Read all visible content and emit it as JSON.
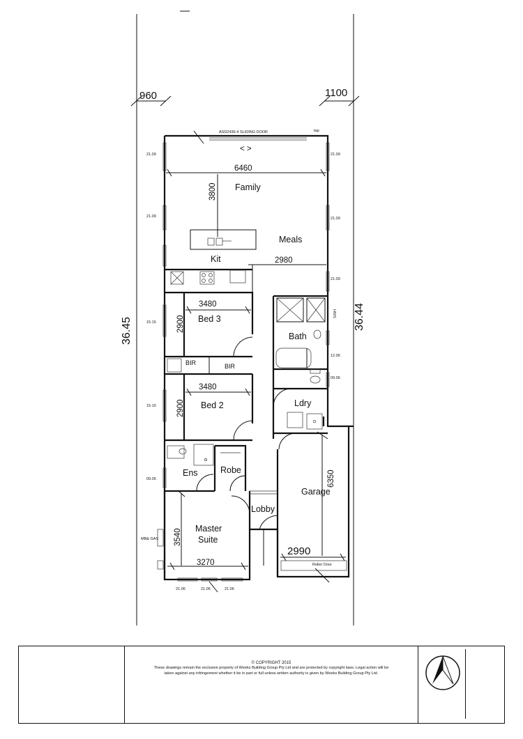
{
  "site": {
    "boundary_left": "36.45",
    "boundary_right": "36.44",
    "setback_left": "960",
    "setback_right": "1100"
  },
  "labels": {
    "sliding_door": "ASD2436-4 SLIDING DOOR",
    "tap": "tap",
    "hws": "HWS",
    "mb_gas": "MB& GAS",
    "roller_door": "Roller Door"
  },
  "rooms": {
    "family": "Family",
    "meals": "Meals",
    "kit": "Kit",
    "bed3": "Bed 3",
    "bed2": "Bed 2",
    "bir1": "BIR",
    "bir2": "BIR",
    "bath": "Bath",
    "ldry": "Ldry",
    "ens": "Ens",
    "robe": "Robe",
    "lobby": "Lobby",
    "garage": "Garage",
    "master": "Master",
    "suite": "Suite"
  },
  "dimensions": {
    "family_width": "6460",
    "family_depth": "3800",
    "meals_width": "2980",
    "bed3_width": "3480",
    "bed3_depth": "2900",
    "bed2_width": "3480",
    "bed2_depth": "2900",
    "garage_depth": "6350",
    "garage_width": "2990",
    "master_depth": "3540",
    "master_width": "3270"
  },
  "window_codes": {
    "fam_l_top": "21.09",
    "fam_r_top": "21.09",
    "fam_l_mid": "21.09",
    "fam_r_mid": "21.09",
    "meals_r": "21.09",
    "bed3_l": "15.15",
    "bath_r": "12.06",
    "wc_r": "09.06",
    "bed2_l": "15.15",
    "ens_l": "09.06",
    "master_b1": "21.06",
    "master_b2": "21.06",
    "master_b3": "21.06"
  },
  "title_block": {
    "copyright": "© COPYRIGHT 2015",
    "notice_line1": "These drawings remain the exclusive property of Weeks Building Group Pty Ltd and are protected by copyright laws. Legal action will be",
    "notice_line2": "taken against any infringement whether it be in part or full unless written authority is given by Weeks Building Group Pty Ltd."
  }
}
